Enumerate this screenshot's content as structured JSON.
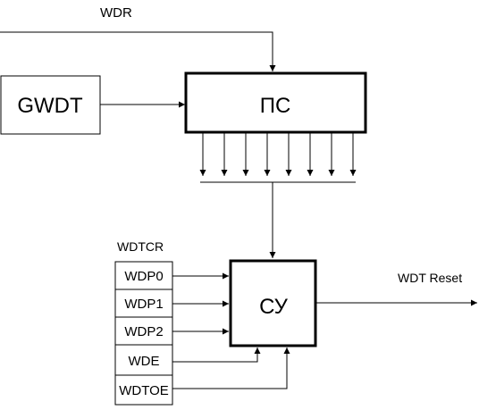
{
  "diagram": {
    "wdr_label": "WDR",
    "gwdt_label": "GWDT",
    "prescaler_label": "ПС",
    "control_label": "СУ",
    "wdtcr_label": "WDTCR",
    "output_label": "WDT Reset",
    "register_bits": [
      "WDP0",
      "WDP1",
      "WDP2",
      "WDE",
      "WDTOE"
    ]
  }
}
